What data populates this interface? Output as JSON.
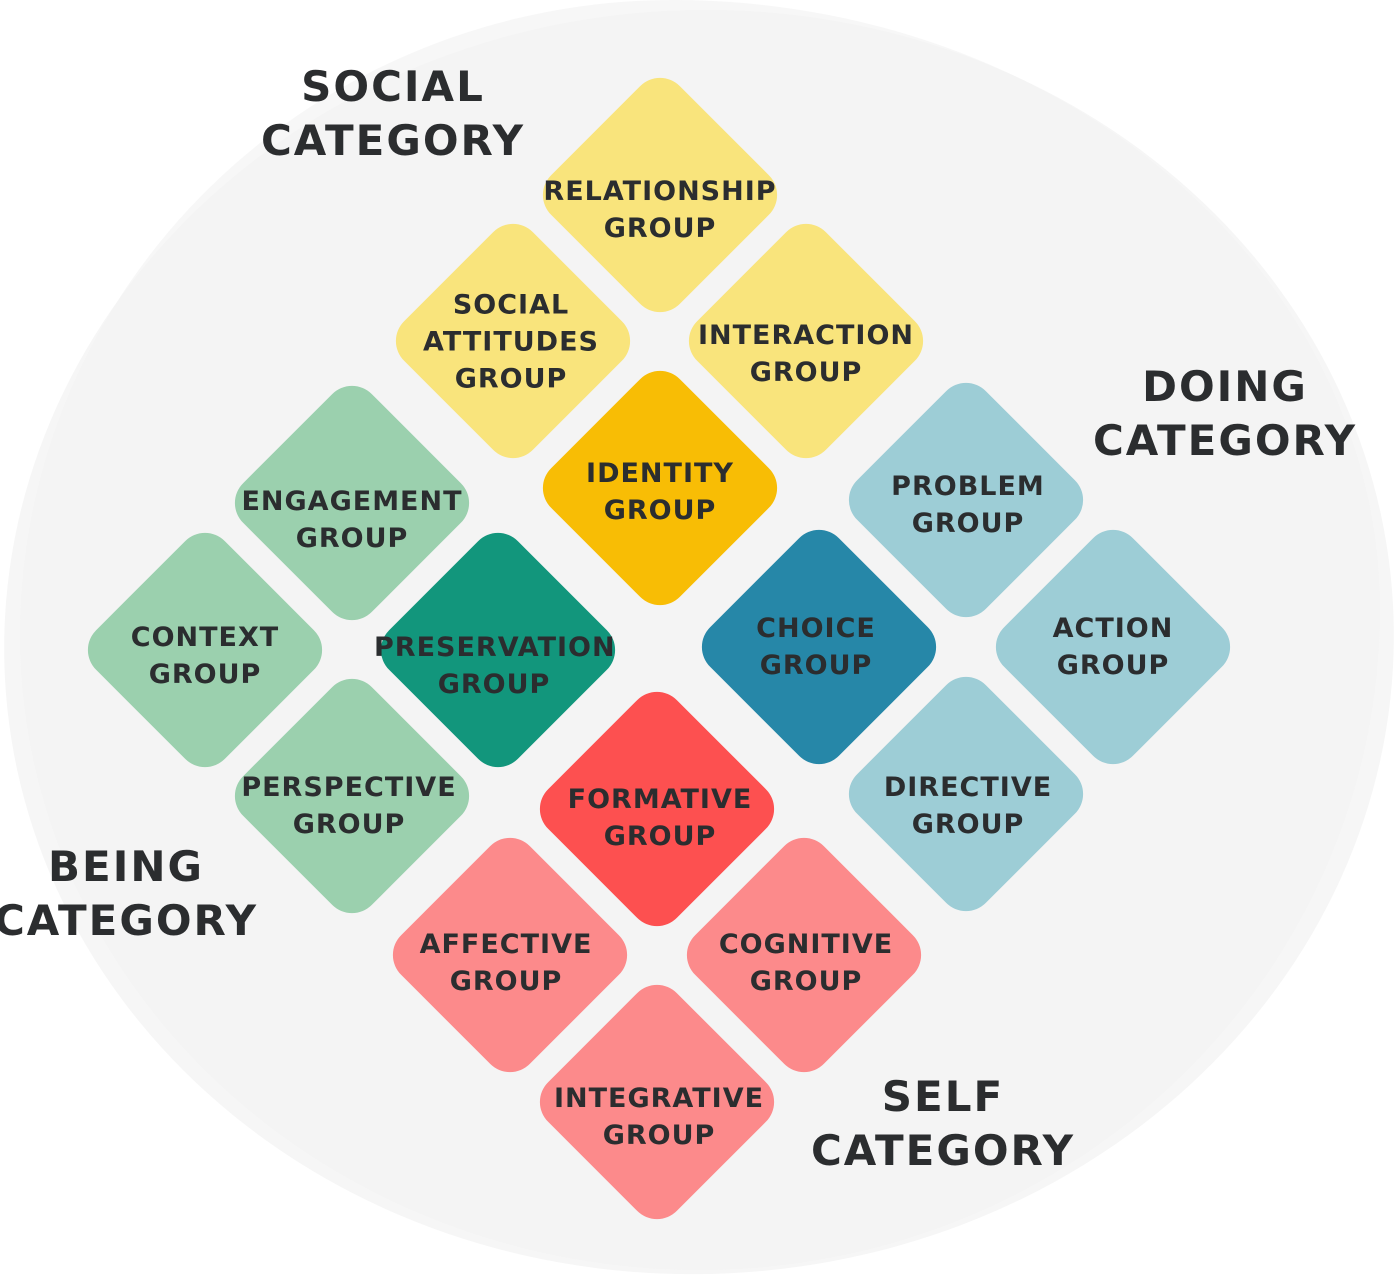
{
  "categories": {
    "social": "SOCIAL\nCATEGORY",
    "doing": "DOING\nCATEGORY",
    "being": "BEING\nCATEGORY",
    "self": "SELF\nCATEGORY"
  },
  "groups": {
    "relationship": "RELATIONSHIP\nGROUP",
    "social_attitudes": "SOCIAL\nATTITUDES\nGROUP",
    "interaction": "INTERACTION\nGROUP",
    "identity": "IDENTITY\nGROUP",
    "engagement": "ENGAGEMENT\nGROUP",
    "preservation": "PRESERVATION\nGROUP",
    "context": "CONTEXT\nGROUP",
    "perspective": "PERSPECTIVE\nGROUP",
    "problem": "PROBLEM\nGROUP",
    "choice": "CHOICE\nGROUP",
    "action": "ACTION\nGROUP",
    "directive": "DIRECTIVE\nGROUP",
    "formative": "FORMATIVE\nGROUP",
    "affective": "AFFECTIVE\nGROUP",
    "cognitive": "COGNITIVE\nGROUP",
    "integrative": "INTEGRATIVE\nGROUP"
  },
  "colors": {
    "social_light": "#f9e47c",
    "social_core": "#f8bd05",
    "being_light": "#9bd0ae",
    "being_core": "#12967c",
    "doing_light": "#9dcdd6",
    "doing_core": "#2687a8",
    "self_light": "#fc8a8b",
    "self_core": "#fd5050",
    "background": "#f6f6f6",
    "text": "#2b2d2f"
  }
}
